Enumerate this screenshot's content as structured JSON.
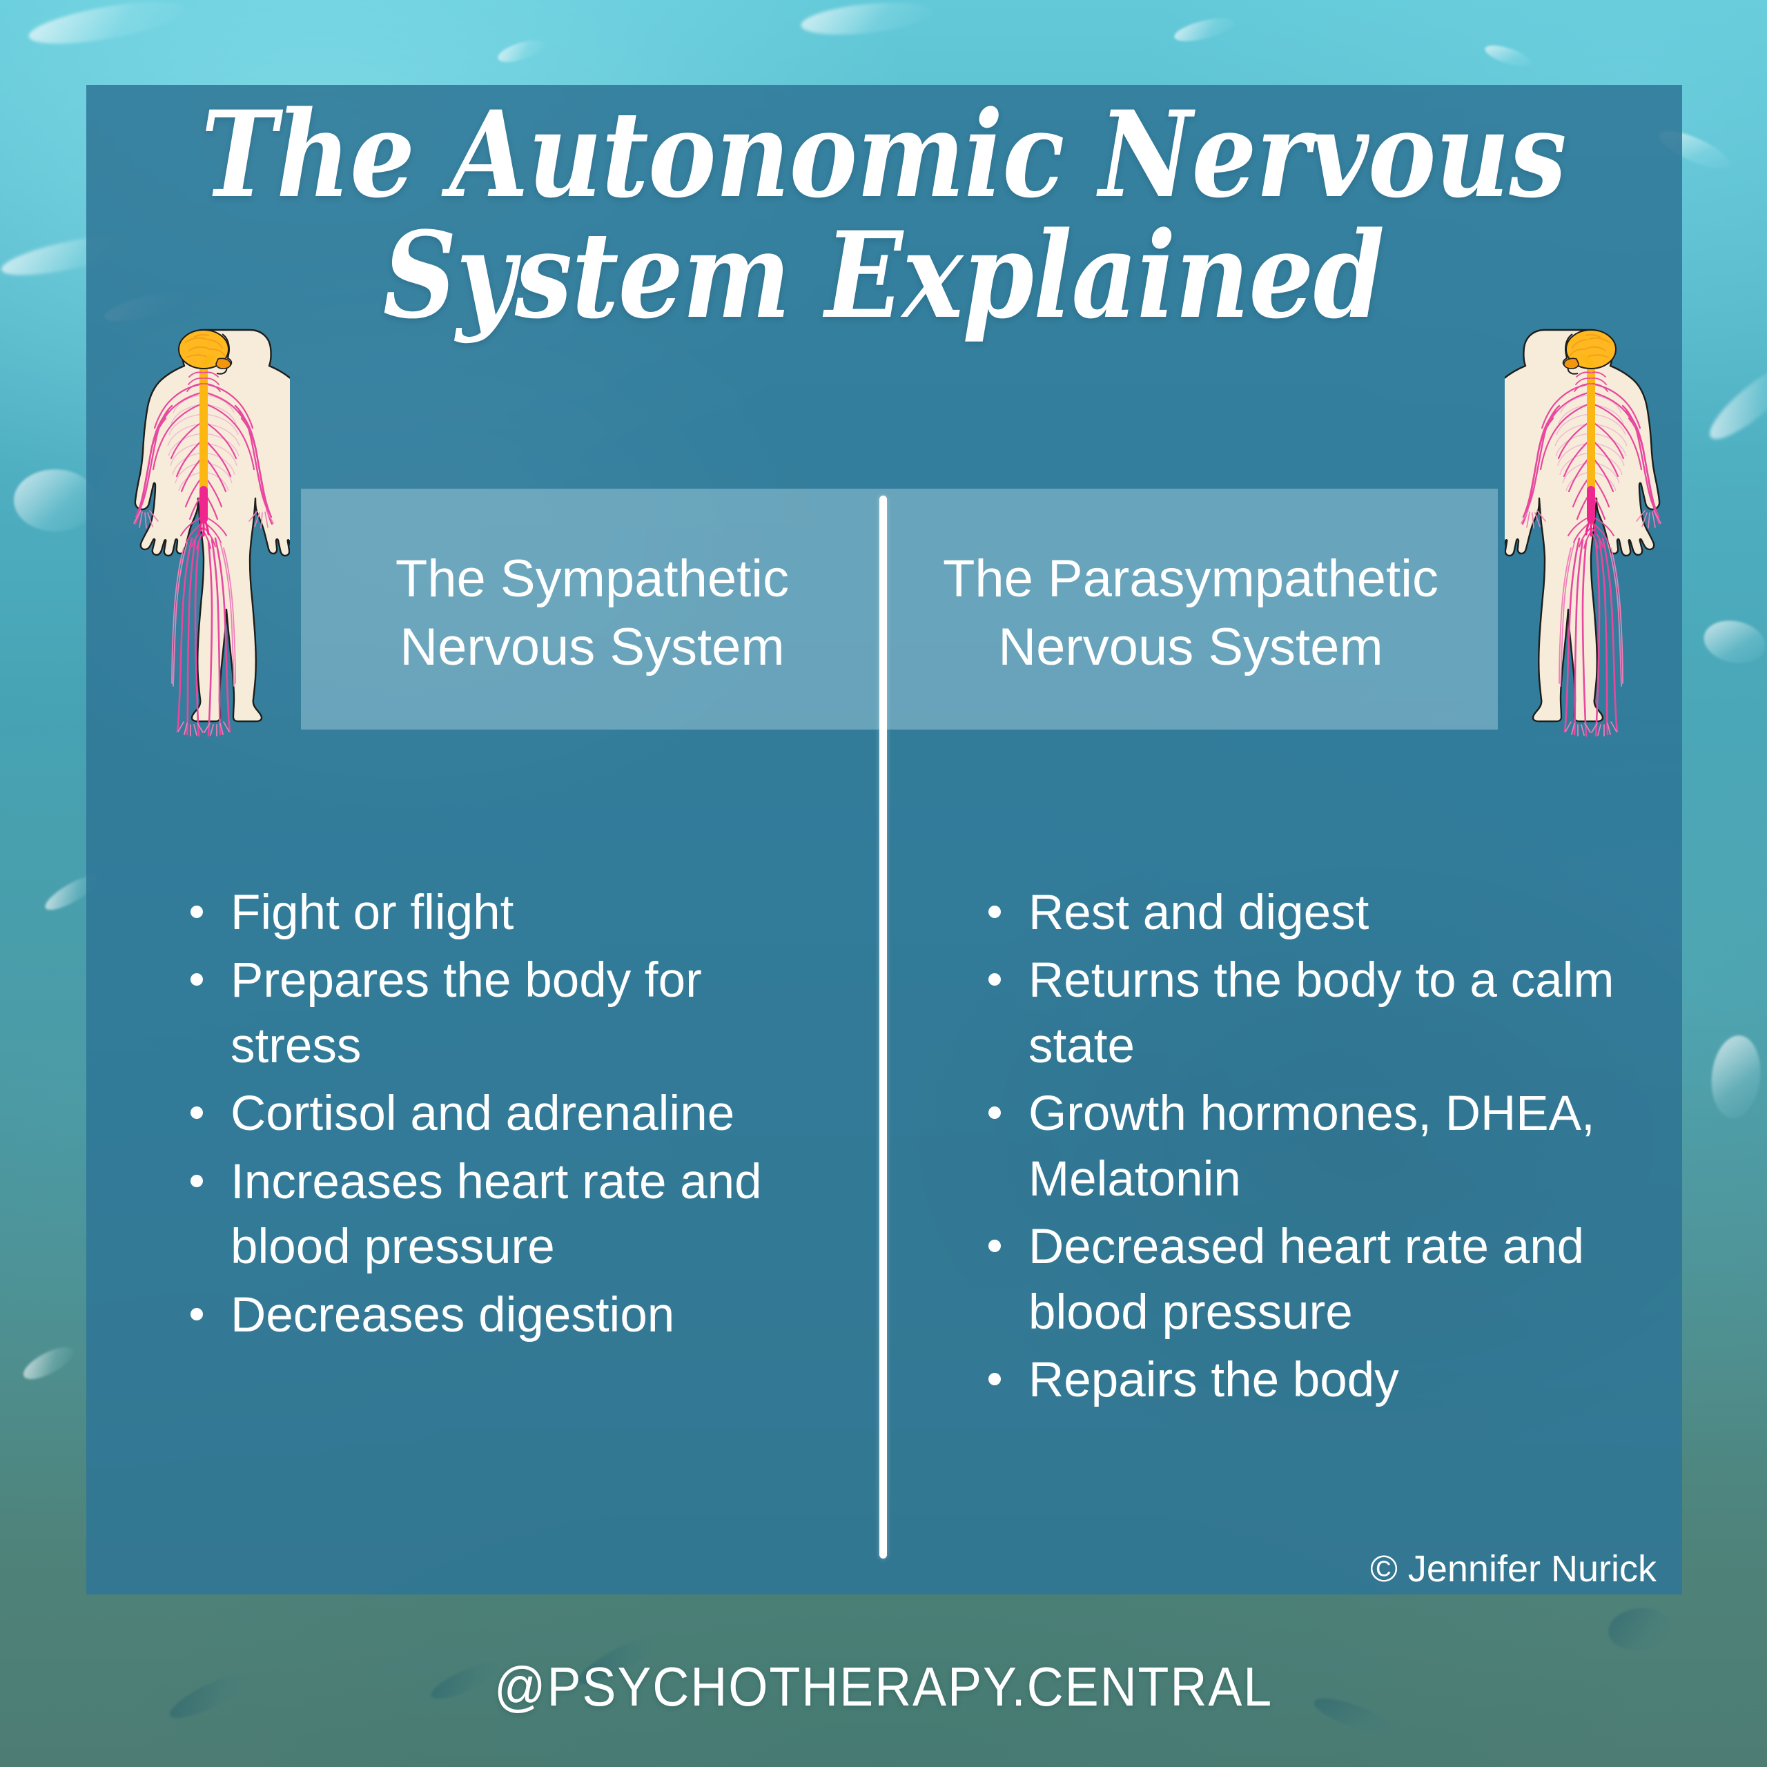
{
  "title": "The Autonomic Nervous\nSystem Explained",
  "columns": [
    {
      "id": "sympathetic",
      "heading": "The Sympathetic\nNervous System",
      "bullets": [
        "Fight or flight",
        "Prepares the body for stress",
        "Cortisol and adrenaline",
        "Increases heart rate and blood pressure",
        "Decreases digestion"
      ]
    },
    {
      "id": "parasympathetic",
      "heading": "The Parasympathetic\nNervous System",
      "bullets": [
        "Rest and digest",
        "Returns the body to a calm state",
        "Growth hormones, DHEA, Melatonin",
        "Decreased heart rate and blood pressure",
        "Repairs the body"
      ]
    }
  ],
  "credit": "© Jennifer Nurick",
  "handle": "@PSYCHOTHERAPY.CENTRAL",
  "illustration": {
    "name": "human-nervous-system-diagram",
    "body_color": "#f7ecd9",
    "brain_color": "#ffb81f",
    "spinal_cord_color": "#fcb713",
    "nerve_color": "#e8489f",
    "nerve_color_light": "#f5a3cd",
    "outline_color": "#1d1d1b"
  },
  "colors": {
    "card": "#2e7696",
    "header_band": "#74a5b8",
    "divider": "#ffffff",
    "text": "#ffffff",
    "background_top": "#63c9d8",
    "background_bottom": "#4d7c74"
  }
}
